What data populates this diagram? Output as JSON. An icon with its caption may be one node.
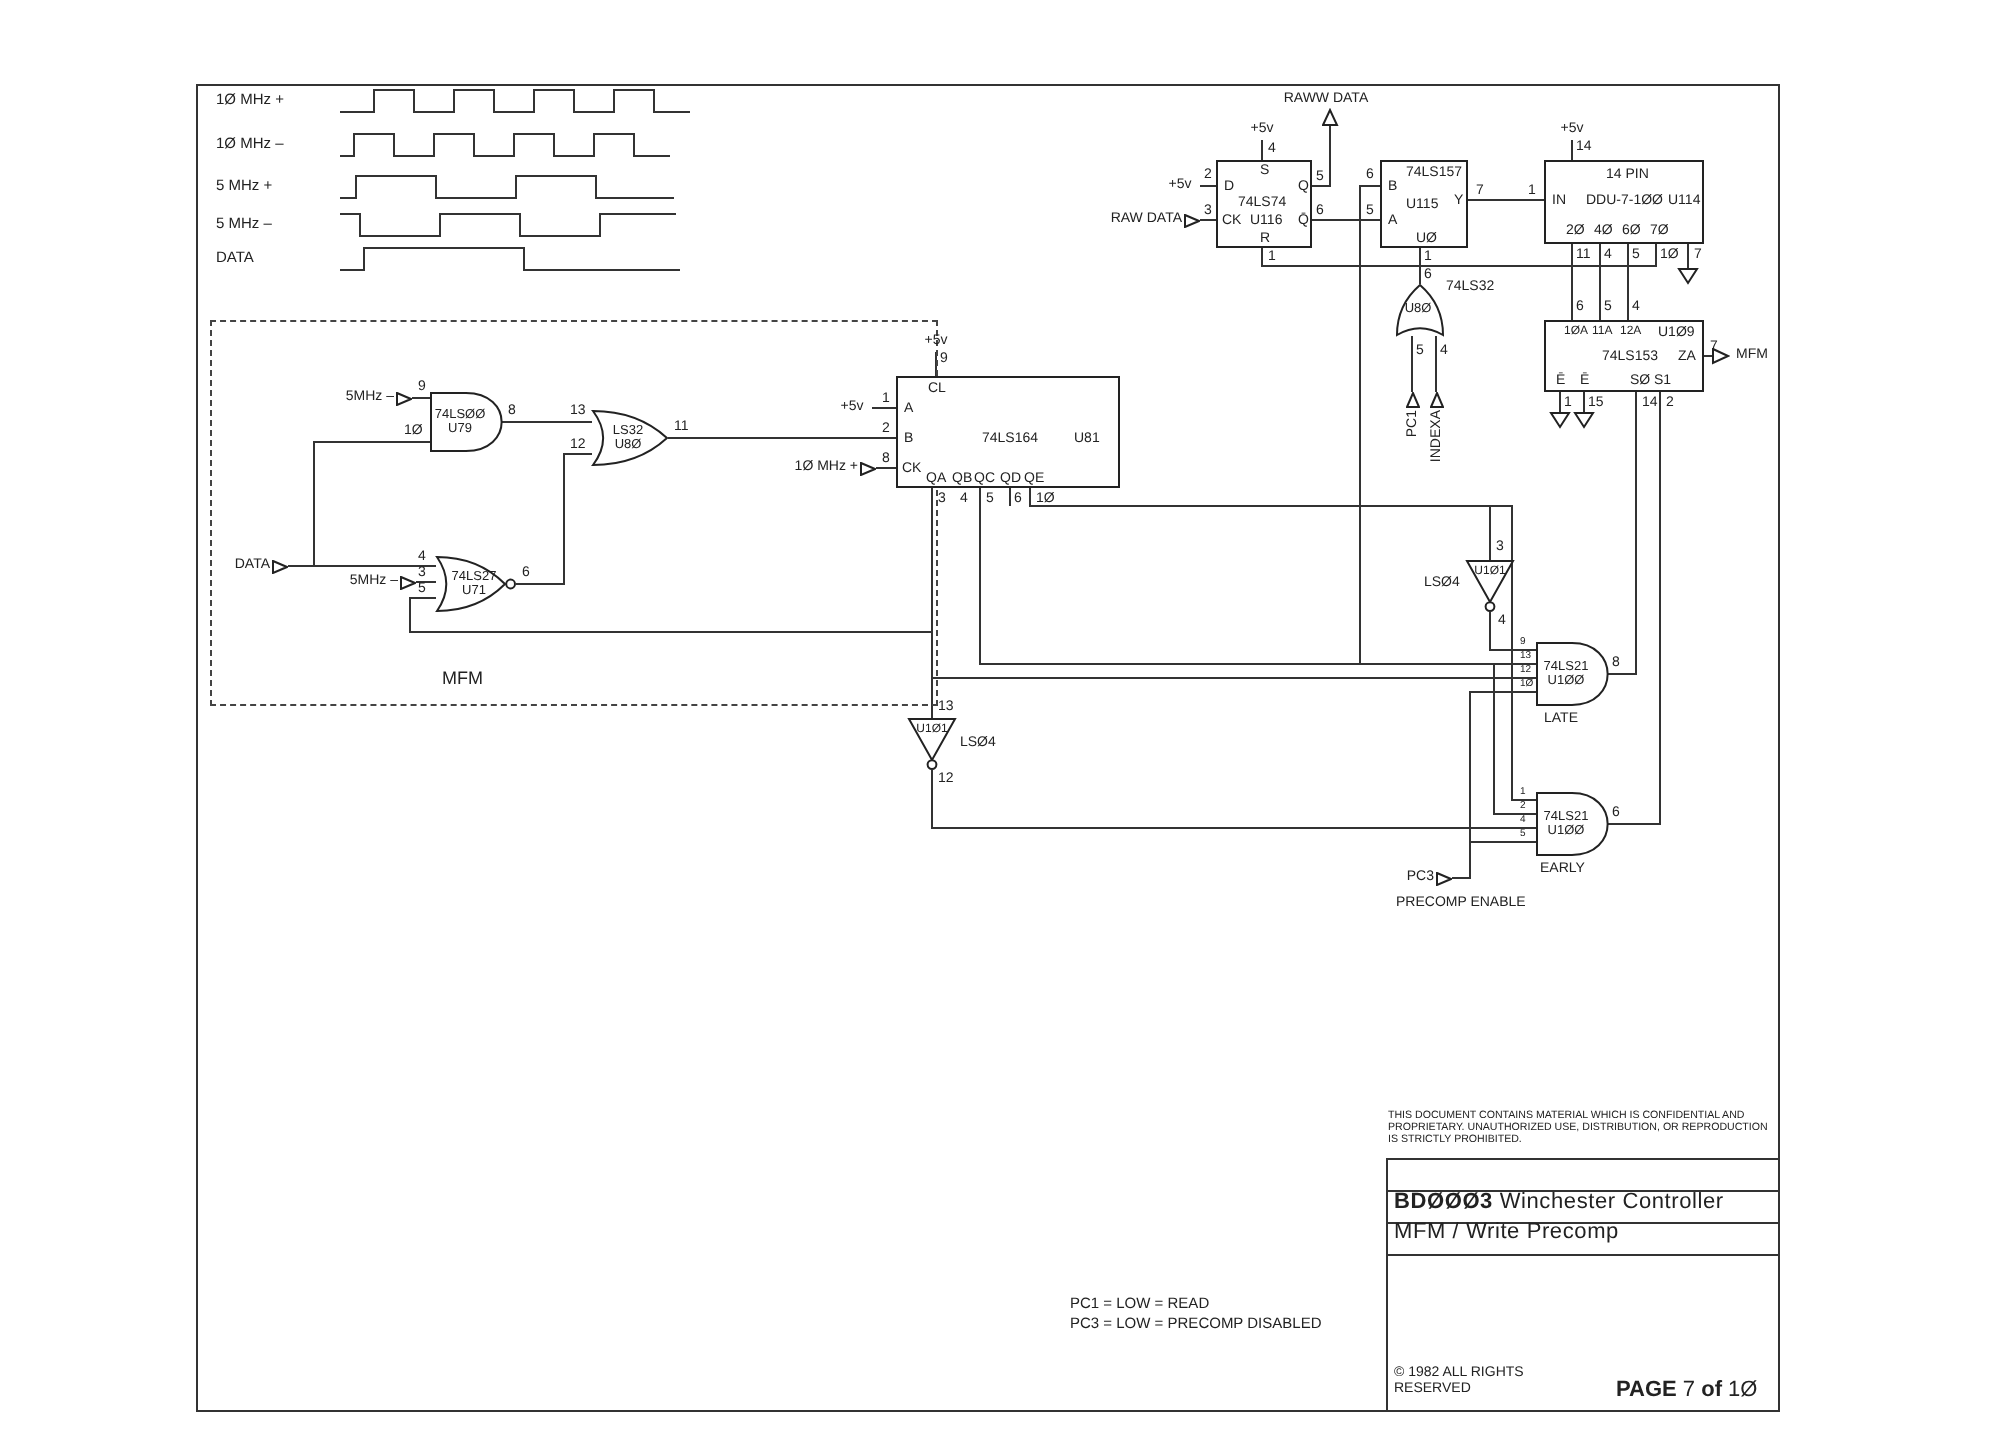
{
  "diagram": {
    "nodes": [
      {
        "text": [
          "MFM"
        ]
      },
      {
        "text": [
          "5MHz –"
        ],
        "in": 0
      },
      {
        "text": [
          "74LSØØ",
          "U79"
        ],
        "in": 0
      },
      {
        "text": [
          "LS32",
          "U8Ø"
        ],
        "in": 0
      },
      {
        "text": [
          "DATA"
        ],
        "in": 0
      },
      {
        "text": [
          "5MHz –"
        ],
        "in": 0
      },
      {
        "text": [
          "74LS27",
          "U71"
        ],
        "in": 0
      },
      {
        "text": [
          "CL",
          "A",
          "B",
          "74LS164",
          "U81",
          "CK",
          "QA",
          "QB",
          "QC",
          "QD",
          "QE"
        ]
      },
      {
        "text": [
          "+5v"
        ],
        "in": 0
      },
      {
        "text": [
          "1Ø MHz +"
        ],
        "in": 0
      },
      {
        "text": [
          "+5v"
        ]
      },
      {
        "text": [
          "S",
          "D",
          "Q",
          "74LS74",
          "CK",
          "U116",
          "Q̄",
          "R"
        ]
      },
      {
        "text": [
          "+5v"
        ]
      },
      {
        "text": [
          "+5v"
        ]
      },
      {
        "text": [
          "RAW DATA"
        ]
      },
      {
        "text": [
          "RAWW DATA"
        ]
      },
      {
        "text": [
          "74LS157",
          "B",
          "U115",
          "Y",
          "A",
          "UØ"
        ]
      },
      {
        "text": [
          "14 PIN",
          "IN",
          "DDU-7-1ØØ",
          "U114",
          "2Ø",
          "4Ø",
          "6Ø",
          "7Ø"
        ]
      },
      {
        "text": [
          "+5v"
        ]
      },
      {
        "text": [
          "U8Ø"
        ],
        "beside": [
          "74LS32"
        ]
      },
      {
        "text": [
          "PC1"
        ]
      },
      {
        "text": [
          "INDEXA"
        ]
      },
      {
        "text": [
          "1ØA",
          "11A",
          "12A",
          "U1Ø9",
          "74LS153",
          "ZA",
          "Ē",
          "Ē",
          "SØ",
          "S1"
        ]
      },
      {
        "text": [
          "MFM"
        ]
      },
      {
        "text": [],
        "shape": "triangle"
      },
      {
        "text": [],
        "shape": "triangle"
      },
      {
        "text": [],
        "shape": "triangle"
      },
      {
        "text": [
          "U1Ø1"
        ],
        "beside": [
          "LSØ4"
        ]
      },
      {
        "text": [
          "74LS21",
          "U1ØØ"
        ],
        "beside": [
          "LATE"
        ]
      },
      {
        "text": [
          "U1Ø1"
        ],
        "beside": [
          "LSØ4"
        ]
      },
      {
        "text": [
          "74LS21",
          "U1ØØ"
        ],
        "beside": [
          "EARLY"
        ]
      },
      {
        "text": [
          "PC3"
        ],
        "beside": [
          "PRECOMP ENABLE"
        ]
      }
    ],
    "edges": [
      {
        "from": 1,
        "to": 2,
        "arrow": "none"
      },
      {
        "from": 4,
        "to": 2,
        "arrow": "none"
      },
      {
        "from": 4,
        "to": 6,
        "arrow": "none"
      },
      {
        "from": 5,
        "to": 6,
        "arrow": "none"
      },
      {
        "from": 2,
        "to": 3,
        "arrow": "none"
      },
      {
        "from": 6,
        "to": 3,
        "arrow": "none"
      },
      {
        "from": 3,
        "to": 7,
        "arrow": "none"
      },
      {
        "from": 8,
        "to": 7,
        "arrow": "none"
      },
      {
        "from": 9,
        "to": 7,
        "arrow": "none"
      },
      {
        "from": 10,
        "to": 7,
        "arrow": "none"
      },
      {
        "from": 7,
        "to": 6,
        "arrow": "none"
      },
      {
        "from": 7,
        "to": 29,
        "arrow": "none"
      },
      {
        "from": 7,
        "to": 28,
        "arrow": "none"
      },
      {
        "from": 7,
        "to": 28,
        "arrow": "none"
      },
      {
        "from": 7,
        "to": 16,
        "arrow": "none"
      },
      {
        "from": 7,
        "to": 30,
        "arrow": "none"
      },
      {
        "from": 7,
        "to": 27,
        "arrow": "none"
      },
      {
        "from": 7,
        "to": 30,
        "arrow": "none"
      },
      {
        "from": 27,
        "to": 28,
        "arrow": "none"
      },
      {
        "from": 29,
        "to": 30,
        "arrow": "none"
      },
      {
        "from": 31,
        "to": 28,
        "arrow": "none"
      },
      {
        "from": 31,
        "to": 30,
        "arrow": "none"
      },
      {
        "from": 28,
        "to": 22,
        "arrow": "none"
      },
      {
        "from": 30,
        "to": 22,
        "arrow": "none"
      },
      {
        "from": 14,
        "to": 11,
        "arrow": "none"
      },
      {
        "from": 13,
        "to": 11,
        "arrow": "none"
      },
      {
        "from": 12,
        "to": 11,
        "arrow": "none"
      },
      {
        "from": 11,
        "to": 15,
        "arrow": "to"
      },
      {
        "from": 11,
        "to": 16,
        "arrow": "none"
      },
      {
        "from": 16,
        "to": 17,
        "arrow": "none"
      },
      {
        "from": 17,
        "to": 11,
        "arrow": "none"
      },
      {
        "from": 17,
        "to": 22,
        "arrow": "none"
      },
      {
        "from": 17,
        "to": 22,
        "arrow": "none"
      },
      {
        "from": 17,
        "to": 22,
        "arrow": "none"
      },
      {
        "from": 18,
        "to": 17,
        "arrow": "none"
      },
      {
        "from": 17,
        "to": 24,
        "arrow": "none"
      },
      {
        "from": 22,
        "to": 25,
        "arrow": "none"
      },
      {
        "from": 22,
        "to": 26,
        "arrow": "none"
      },
      {
        "from": 19,
        "to": 16,
        "arrow": "none"
      },
      {
        "from": 20,
        "to": 19,
        "arrow": "none"
      },
      {
        "from": 21,
        "to": 19,
        "arrow": "none"
      },
      {
        "from": 22,
        "to": 23,
        "arrow": "to"
      }
    ],
    "labels": [
      "1Ø MHz +",
      "1Ø MHz –",
      "5 MHz +",
      "5 MHz –",
      "DATA",
      "4",
      "14",
      "2",
      "5",
      "6",
      "7",
      "1",
      "3",
      "6",
      "5",
      "1",
      "1",
      "11",
      "4",
      "5",
      "1Ø",
      "7",
      "6",
      "6",
      "5",
      "4",
      "9",
      "5",
      "4",
      "7",
      "9",
      "8",
      "13",
      "1",
      "1",
      "15",
      "14",
      "2",
      "1Ø",
      "11",
      "2",
      "12",
      "8",
      "3",
      "4",
      "5",
      "6",
      "1Ø",
      "4",
      "3",
      "3",
      "6",
      "5",
      "4",
      "9",
      "13",
      "8",
      "12",
      "1Ø",
      "13",
      "12",
      "1",
      "2",
      "6",
      "4",
      "5",
      "THIS DOCUMENT CONTAINS MATERIAL WHICH IS CONFIDENTIAL AND PROPRIETARY. UNAUTHORIZED USE, DISTRIBUTION, OR REPRODUCTION IS STRICTLY PROHIBITED.",
      "PC1 = LOW = READ",
      "PC3 = LOW = PRECOMP DISABLED",
      "**BDØØØ3**  Winchester Controller",
      "MFM / Write Precomp",
      "© 1982 ALL RIGHTS RESERVED",
      "**PAGE** 7 **of** 1Ø"
    ]
  }
}
